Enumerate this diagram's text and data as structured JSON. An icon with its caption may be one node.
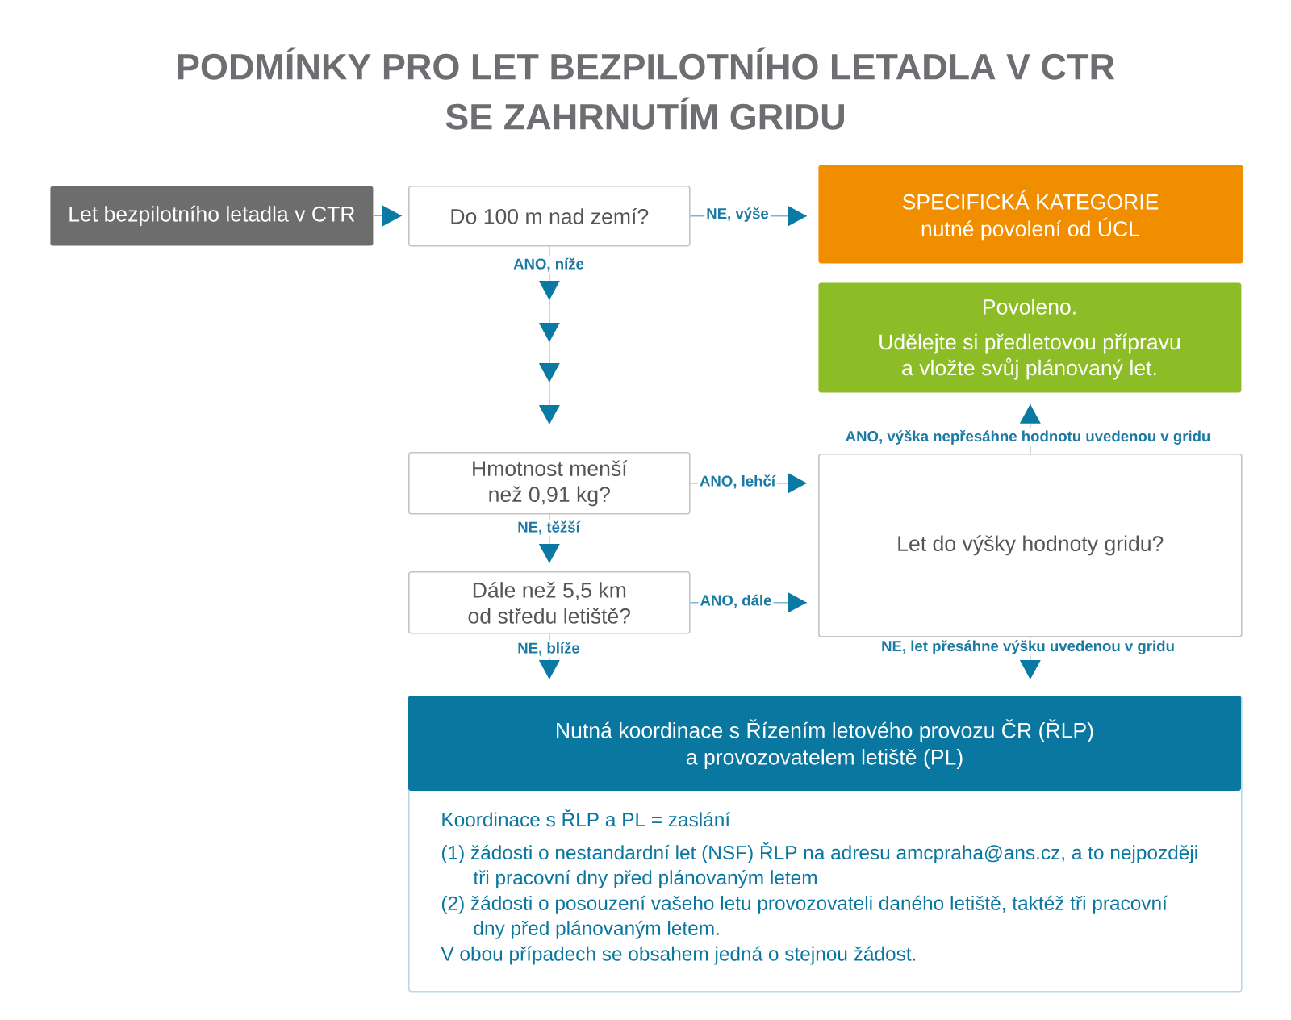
{
  "diagram": {
    "title": "PODMÍNKY PRO LET BEZPILOTNÍHO LETADLA V CTR SE ZAHRNUTÍM GRIDU",
    "nodes": [
      {
        "text": [
          "Let bezpilotního letadla v CTR"
        ]
      },
      {
        "text": [
          "Do 100 m nad zemí?"
        ]
      },
      {
        "text": [
          "SPECIFICKÁ KATEGORIE",
          "nutné povolení od ÚCL"
        ]
      },
      {
        "text": [
          "Povoleno.",
          "Udělejte si předletovou přípravu a vložte svůj plánovaný let."
        ]
      },
      {
        "text": [
          "Hmotnost menší než 0,91 kg?"
        ]
      },
      {
        "text": [
          "Let do výšky hodnoty gridu?"
        ]
      },
      {
        "text": [
          "Dále než 5,5 km od středu letiště?"
        ]
      },
      {
        "text": [
          "Nutná koordinace s Řízením letového provozu ČR (ŘLP) a provozovatelem letiště (PL)",
          "Koordinace s ŘLP a PL = zaslání",
          "(1) žádosti o nestandardní let (NSF) ŘLP na adresu amcpraha@ans.cz, a to nejpozději tři pracovní dny před plánovaným letem",
          "(2) žádosti o posouzení vašeho letu provozovateli daného letiště, taktéž tři pracovní dny před plánovaným letem.",
          "V obou případech se obsahem jedná o stejnou žádost."
        ]
      }
    ],
    "edges": [
      {
        "from": 0,
        "to": 1,
        "arrow": "to"
      },
      {
        "from": 1,
        "to": 2,
        "arrow": "to",
        "label": "NE, výše"
      },
      {
        "from": 1,
        "to": 4,
        "arrow": "to",
        "label": "ANO, níže"
      },
      {
        "from": 4,
        "to": 5,
        "arrow": "to",
        "label": "ANO, lehčí"
      },
      {
        "from": 4,
        "to": 6,
        "arrow": "to",
        "label": "NE, těžší"
      },
      {
        "from": 6,
        "to": 5,
        "arrow": "to",
        "label": "ANO, dále"
      },
      {
        "from": 6,
        "to": 7,
        "arrow": "to",
        "label": "NE, blíže"
      },
      {
        "from": 5,
        "to": 3,
        "arrow": "to",
        "label": "ANO, výška nepřesáhne hodnotu uvedenou v gridu"
      },
      {
        "from": 5,
        "to": 7,
        "arrow": "to",
        "label": "NE, let přesáhne výšku uvedenou v gridu"
      }
    ]
  }
}
